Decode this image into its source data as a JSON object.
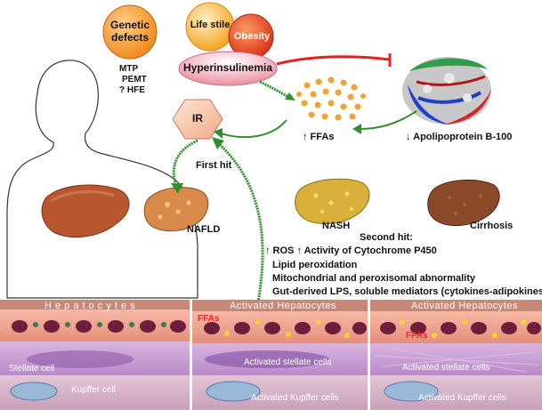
{
  "factors": {
    "genetic": "Genetic\ndefects",
    "genes": [
      "MTP",
      "PEMT",
      "? HFE"
    ],
    "lifestyle": "Life stile",
    "obesity": "Obesity",
    "hyperinsulinemia": "Hyperinsulinemia"
  },
  "metabolic": {
    "ir": "IR",
    "ffas": "↑  FFAs",
    "apob": "↓ Apolipoprotein B-100",
    "first_hit": "First hit"
  },
  "stages": {
    "nafld": "NAFLD",
    "nash": "NASH",
    "cirrhosis": "Cirrhosis"
  },
  "second_hit": {
    "title": "Second hit:",
    "ros_line": "↑  ROS   ↑  Activity of Cytochrome P450",
    "items": [
      "Lipid peroxidation",
      "Mitochondrial and peroxisomal  abnormality",
      "Gut-derived LPS, soluble mediators (cytokines-adipokines)"
    ]
  },
  "panels": [
    {
      "title": "H e p a t o c y t e s",
      "stellate": "Stellate cell",
      "kupffer": "Kupffer cell"
    },
    {
      "title": "Activated  Hepatocytes",
      "ffas": "FFAs",
      "stellate": "Activated stellate cells",
      "kupffer": "Activated Kupffer cells"
    },
    {
      "title": "Activated  Hepatocytes",
      "ffas": "FFAs",
      "stellate": "Activated  stellate cells",
      "kupffer": "Activated Kupffer cells"
    }
  ],
  "colors": {
    "genetic_ball": "#f08a1c",
    "lifestyle_ball": "#f5a623",
    "obesity_ball": "#e0401a",
    "hyper_ball": "#f29aa8",
    "ir_box": "#f6c7a8",
    "inhibit_line": "#e82020",
    "arrow_green": "#2f8f2f",
    "liver_normal": "#b8572f",
    "liver_fatty": "#d98a4a",
    "liver_nash": "#d9b13a",
    "liver_cirrhosis": "#8a4a2a"
  }
}
